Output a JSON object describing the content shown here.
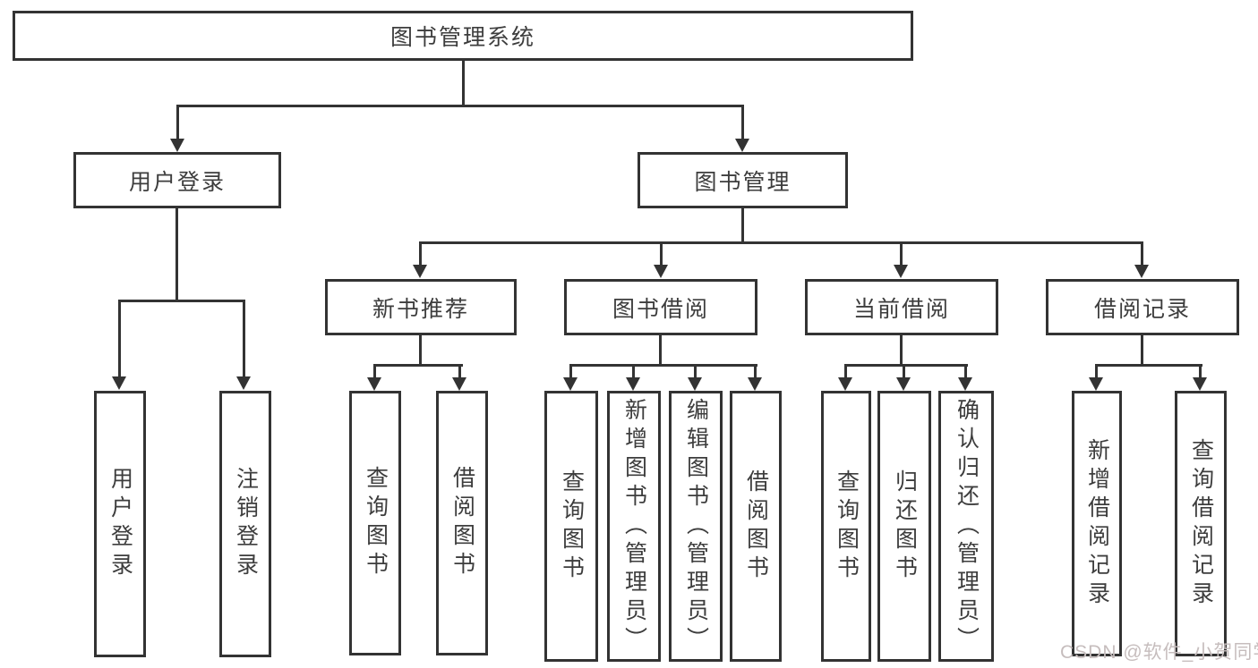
{
  "tree": {
    "root": {
      "label": "图书管理系统"
    },
    "branches": [
      {
        "label": "用户登录",
        "children": [
          {
            "label": "用户登录"
          },
          {
            "label": "注销登录"
          }
        ]
      },
      {
        "label": "图书管理",
        "children": [
          {
            "label": "新书推荐",
            "children": [
              {
                "label": "查询图书"
              },
              {
                "label": "借阅图书"
              }
            ]
          },
          {
            "label": "图书借阅",
            "children": [
              {
                "label": "查询图书"
              },
              {
                "label": "新增图书（管理员）"
              },
              {
                "label": "编辑图书（管理员）"
              },
              {
                "label": "借阅图书"
              }
            ]
          },
          {
            "label": "当前借阅",
            "children": [
              {
                "label": "查询图书"
              },
              {
                "label": "归还图书"
              },
              {
                "label": "确认归还（管理员）"
              }
            ]
          },
          {
            "label": "借阅记录",
            "children": [
              {
                "label": "新增借阅记录"
              },
              {
                "label": "查询借阅记录"
              }
            ]
          }
        ]
      }
    ]
  },
  "watermark": {
    "text": "CSDN @软件_小贺同学",
    "color": "#c6bdbd"
  },
  "colors": {
    "line": "#333333",
    "border": "#333333",
    "text": "#3d3d3d",
    "background": "#ffffff"
  }
}
